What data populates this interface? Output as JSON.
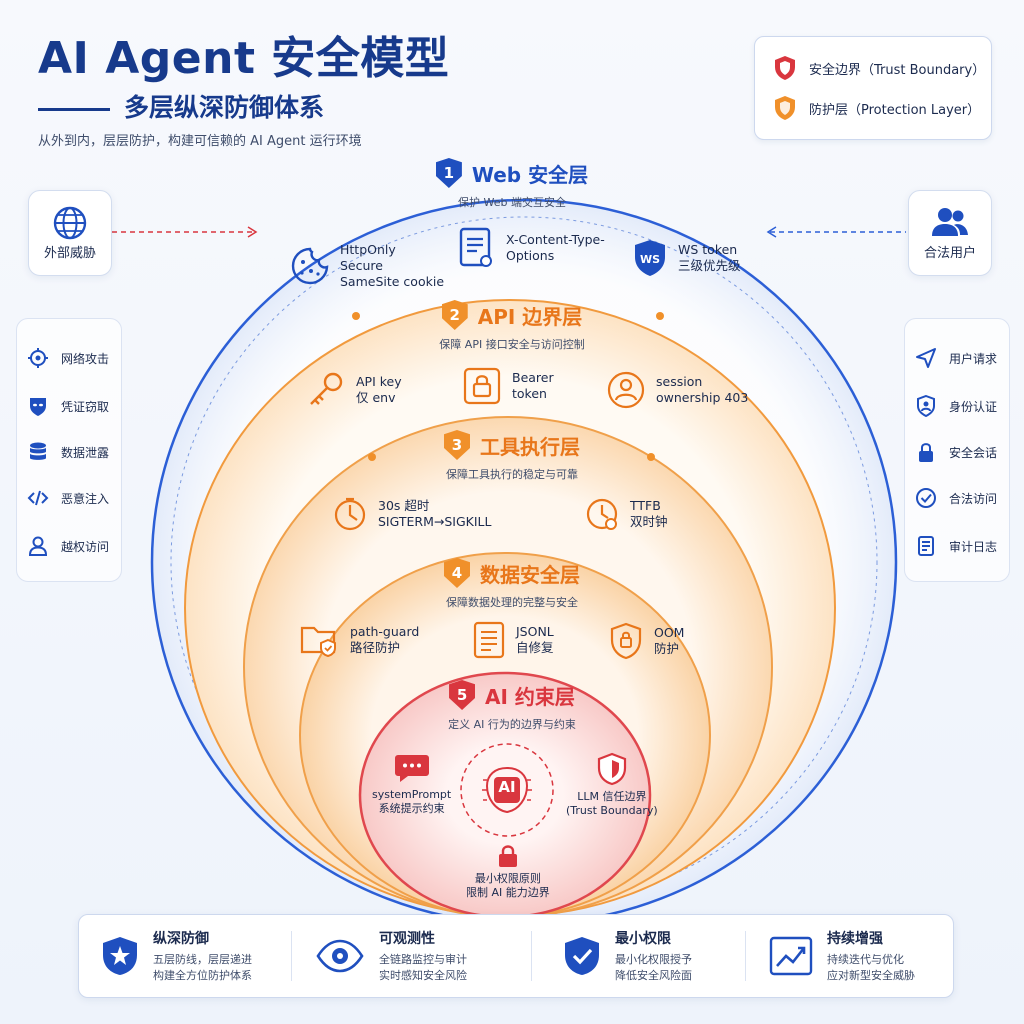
{
  "header": {
    "title": "AI Agent 安全模型",
    "subtitle": "多层纵深防御体系",
    "tagline": "从外到内，层层防护，构建可信赖的 AI Agent 运行环境"
  },
  "legend": [
    {
      "label": "安全边界（Trust Boundary）",
      "icon": "red-shield-icon",
      "color": "#d9363e"
    },
    {
      "label": "防护层（Protection Layer）",
      "icon": "orange-shield-icon",
      "color": "#f0902a"
    }
  ],
  "external": {
    "label": "外部威胁",
    "icon": "globe-icon"
  },
  "legit": {
    "label": "合法用户",
    "icon": "users-icon"
  },
  "threats": [
    {
      "label": "网络攻击",
      "icon": "target-icon"
    },
    {
      "label": "凭证窃取",
      "icon": "mask-icon"
    },
    {
      "label": "数据泄露",
      "icon": "database-icon"
    },
    {
      "label": "恶意注入",
      "icon": "code-icon"
    },
    {
      "label": "越权访问",
      "icon": "user-icon"
    }
  ],
  "user_actions": [
    {
      "label": "用户请求",
      "icon": "send-icon"
    },
    {
      "label": "身份认证",
      "icon": "user-shield-icon"
    },
    {
      "label": "安全会话",
      "icon": "lock-icon"
    },
    {
      "label": "合法访问",
      "icon": "check-circle-icon"
    },
    {
      "label": "审计日志",
      "icon": "log-icon"
    }
  ],
  "layers": [
    {
      "num": "1",
      "title": "Web 安全层",
      "desc": "保护 Web 端交互安全",
      "color": "#1f4fbf",
      "items": [
        {
          "icon": "cookie-icon",
          "lines": [
            "HttpOnly",
            "Secure",
            "SameSite cookie"
          ]
        },
        {
          "icon": "document-icon",
          "lines": [
            "X-Content-Type-",
            "Options"
          ]
        },
        {
          "icon": "ws-shield-icon",
          "lines": [
            "WS token",
            "三级优先级"
          ]
        }
      ]
    },
    {
      "num": "2",
      "title": "API 边界层",
      "desc": "保障 API 接口安全与访问控制",
      "color": "#e8761a",
      "items": [
        {
          "icon": "key-icon",
          "lines": [
            "API key",
            "仅 env"
          ]
        },
        {
          "icon": "lock-box-icon",
          "lines": [
            "Bearer",
            "token"
          ]
        },
        {
          "icon": "user-circle-icon",
          "lines": [
            "session",
            "ownership 403"
          ]
        }
      ]
    },
    {
      "num": "3",
      "title": "工具执行层",
      "desc": "保障工具执行的稳定与可靠",
      "color": "#e8761a",
      "items": [
        {
          "icon": "timer-icon",
          "lines": [
            "30s 超时",
            "SIGTERM→SIGKILL"
          ]
        },
        {
          "icon": "clock-icon",
          "lines": [
            "TTFB",
            "双时钟"
          ]
        }
      ]
    },
    {
      "num": "4",
      "title": "数据安全层",
      "desc": "保障数据处理的完整与安全",
      "color": "#e8761a",
      "items": [
        {
          "icon": "folder-shield-icon",
          "lines": [
            "path-guard",
            "路径防护"
          ]
        },
        {
          "icon": "file-lines-icon",
          "lines": [
            "JSONL",
            "自修复"
          ]
        },
        {
          "icon": "memory-shield-icon",
          "lines": [
            "OOM",
            "防护"
          ]
        }
      ]
    },
    {
      "num": "5",
      "title": "AI 约束层",
      "desc": "定义 AI 行为的边界与约束",
      "color": "#d9363e",
      "items": [
        {
          "icon": "chat-icon",
          "lines": [
            "systemPrompt",
            "系统提示约束"
          ]
        },
        {
          "icon": "shield-alert-icon",
          "lines": [
            "LLM 信任边界",
            "(Trust Boundary)"
          ]
        },
        {
          "icon": "padlock-icon",
          "lines": [
            "最小权限原则",
            "限制 AI 能力边界"
          ]
        }
      ],
      "center": "AI"
    }
  ],
  "principles": [
    {
      "title": "纵深防御",
      "lines": [
        "五层防线，层层递进",
        "构建全方位防护体系"
      ],
      "icon": "star-shield-icon"
    },
    {
      "title": "可观测性",
      "lines": [
        "全链路监控与审计",
        "实时感知安全风险"
      ],
      "icon": "eye-icon"
    },
    {
      "title": "最小权限",
      "lines": [
        "最小化权限授予",
        "降低安全风险面"
      ],
      "icon": "check-shield-icon"
    },
    {
      "title": "持续增强",
      "lines": [
        "持续迭代与优化",
        "应对新型安全威胁"
      ],
      "icon": "trend-icon"
    }
  ]
}
